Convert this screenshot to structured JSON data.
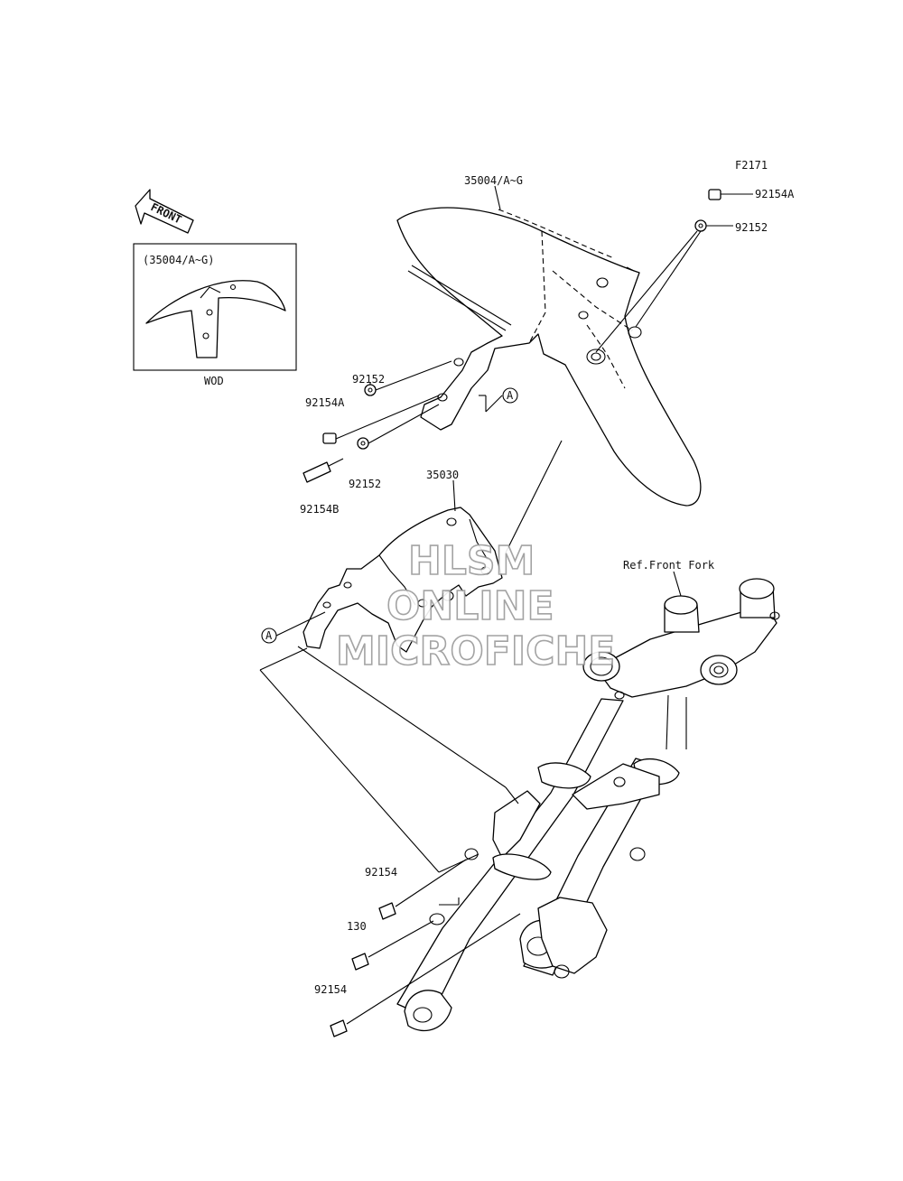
{
  "diagram_id": "F2171",
  "front_arrow": "FRONT",
  "inset": {
    "title": "(35004/A~G)",
    "caption": "WOD"
  },
  "labels": {
    "fender": "35004/A~G",
    "bolt_92154A_top": "92154A",
    "washer_92152_top": "92152",
    "washer_92152_left_upper": "92152",
    "bolt_92154A_left": "92154A",
    "washer_92152_left_lower": "92152",
    "bolt_92154B": "92154B",
    "inner_fender": "35030",
    "front_fork_ref": "Ref.Front Fork",
    "bolt_92154_upper": "92154",
    "bolt_130": "130",
    "bolt_92154_lower": "92154"
  },
  "markers": {
    "a_upper": "A",
    "a_lower": "A"
  },
  "watermark": {
    "line1": "HLSM",
    "line2": "ONLINE",
    "line3": "MICROFICHE"
  }
}
